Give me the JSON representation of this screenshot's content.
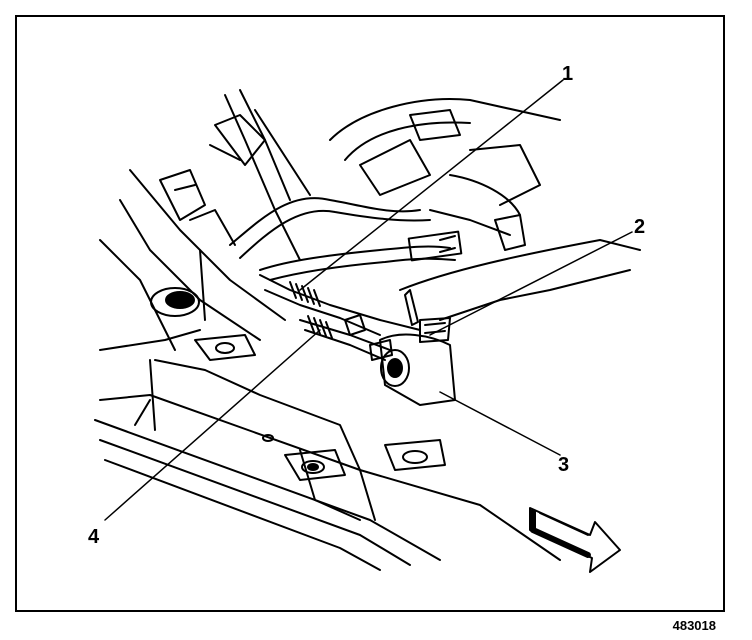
{
  "figure": {
    "number": "483018",
    "callouts": [
      "1",
      "2",
      "3",
      "4"
    ],
    "line_color": "#000000",
    "background": "#ffffff"
  }
}
